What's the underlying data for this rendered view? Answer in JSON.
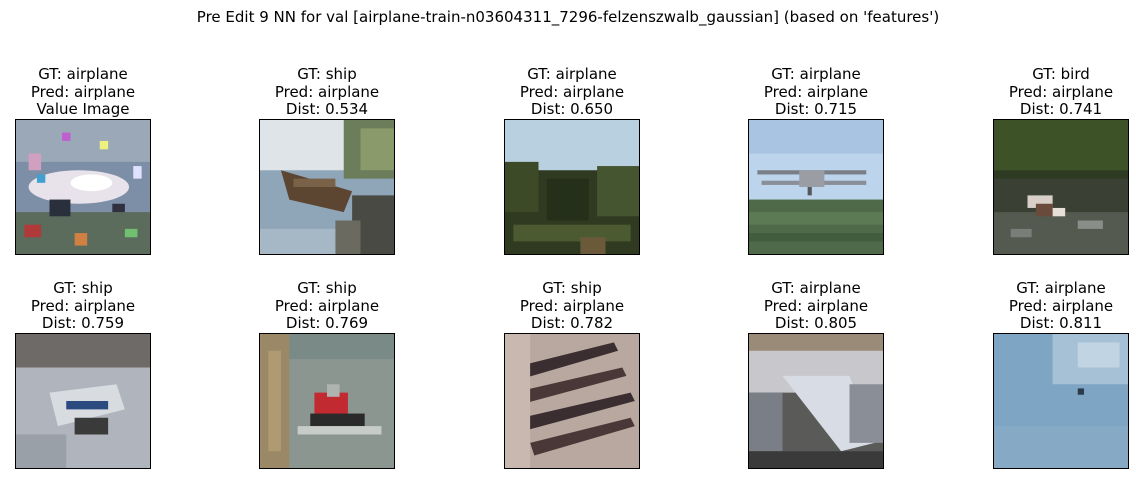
{
  "figure": {
    "title": "Pre Edit 9 NN for val [airplane-train-n03604311_7296-felzenszwalb_gaussian] (based on 'features')"
  },
  "panels": [
    {
      "gt": "GT: airplane",
      "pred": "Pred: airplane",
      "info": "Value Image",
      "image": "noisy-airplane-thumbnail"
    },
    {
      "gt": "GT: ship",
      "pred": "Pred: airplane",
      "info": "Dist: 0.534",
      "image": "boat-on-water-thumbnail"
    },
    {
      "gt": "GT: airplane",
      "pred": "Pred: airplane",
      "info": "Dist: 0.650",
      "image": "forest-landscape-thumbnail"
    },
    {
      "gt": "GT: airplane",
      "pred": "Pred: airplane",
      "info": "Dist: 0.715",
      "image": "biplane-over-field-thumbnail"
    },
    {
      "gt": "GT: bird",
      "pred": "Pred: airplane",
      "info": "Dist: 0.741",
      "image": "bird-on-water-thumbnail"
    },
    {
      "gt": "GT: ship",
      "pred": "Pred: airplane",
      "info": "Dist: 0.759",
      "image": "ship-gray-thumbnail"
    },
    {
      "gt": "GT: ship",
      "pred": "Pred: airplane",
      "info": "Dist: 0.769",
      "image": "red-tugboat-thumbnail"
    },
    {
      "gt": "GT: ship",
      "pred": "Pred: airplane",
      "info": "Dist: 0.782",
      "image": "dark-oars-thumbnail"
    },
    {
      "gt": "GT: airplane",
      "pred": "Pred: airplane",
      "info": "Dist: 0.805",
      "image": "airplane-stairs-thumbnail"
    },
    {
      "gt": "GT: airplane",
      "pred": "Pred: airplane",
      "info": "Dist: 0.811",
      "image": "sky-small-plane-thumbnail"
    }
  ]
}
